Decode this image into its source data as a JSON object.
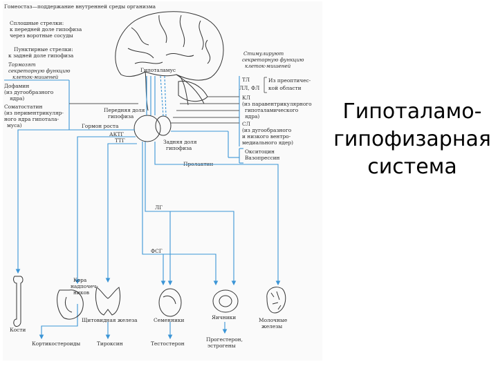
{
  "slide_title": {
    "line1": "Гипоталамо-",
    "line2": "гипофизарная",
    "line3": "система"
  },
  "figure": {
    "heading": "Гомеостаз—поддержание внутренней среды организма",
    "legend": {
      "solid_line1": "Сплошные стрелки:",
      "solid_line2": "к передней доле гипофиза",
      "solid_line3": "через воротные сосуды",
      "dashed_line1": "Пунктирные стрелки:",
      "dashed_line2": "к задней доле гипофиза",
      "inhibit_line1": "Тормозят",
      "inhibit_line2": "секреторную функцию",
      "inhibit_line3": "клеток-мишеней",
      "stim_line1": "Стимулируют",
      "stim_line2": "секреторную функцию",
      "stim_line3": "клеток-мишеней"
    },
    "left_hormones": {
      "dopamine1": "Дофамин",
      "dopamine2": "(из дугообразного",
      "dopamine3": "ядра)",
      "somatostatin1": "Соматостатин",
      "somatostatin2": "(из перивентрикуляр-",
      "somatostatin3": "ного ядра гипотала-",
      "somatostatin4": "муса)"
    },
    "right_hormones": {
      "tl": "ТЛ",
      "lp_fl": "ЛЛ, ФЛ",
      "preoptic1": "Из преоптичес-",
      "preoptic2": "кой области",
      "kl": "КЛ",
      "kl1": "(из паравентрикулярного",
      "kl2": "гипоталамического",
      "kl3": "ядра)",
      "sl": "СЛ",
      "sl1": "(из дугообразного",
      "sl2": "и низкого вентро-",
      "sl3": "медиального ядер)",
      "oxytocin": "Окситоцин",
      "vasopressin": "Вазопрессин"
    },
    "structures": {
      "hypothalamus": "Гипоталамус",
      "anterior1": "Передняя доля",
      "anterior2": "гипофиза",
      "posterior1": "Задняя доля",
      "posterior2": "гипофиза"
    },
    "pituitary_hormones": {
      "gh": "Гормон роста",
      "acth": "АКТГ",
      "tsh": "ТТГ",
      "prolactin": "Пролактин",
      "lh": "ЛГ",
      "fsh": "ФСГ"
    },
    "targets": {
      "bones": "Кости",
      "adrenal1": "Кора",
      "adrenal2": "надпочеч-",
      "adrenal3": "ников",
      "thyroid": "Щитовидная железа",
      "testes": "Семенники",
      "ovaries": "Яичники",
      "mammary1": "Молочные",
      "mammary2": "железы"
    },
    "end_hormones": {
      "corticosteroids": "Кортикостероиды",
      "thyroxine": "Тироксин",
      "testosterone": "Тестостерон",
      "progesterone1": "Прогестерон,",
      "progesterone2": "эстрогены"
    }
  }
}
